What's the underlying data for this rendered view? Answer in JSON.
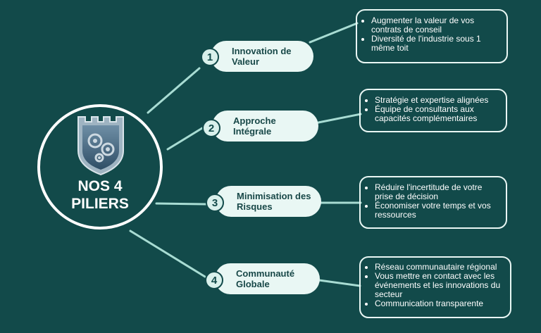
{
  "hub": {
    "title_line1": "NOS 4",
    "title_line2": "PILIERS",
    "emblem": "castle-gears-emblem"
  },
  "colors": {
    "background": "#124a4a",
    "pill": "#e9f7f4",
    "badge": "#d9f1ec",
    "pill_text": "#184848",
    "white": "#ffffff"
  },
  "pillars": [
    {
      "number": "1",
      "label": "Innovation de\nValeur",
      "items": [
        "Augmenter la valeur de vos contrats de conseil",
        "Diversité de l'industrie sous 1 même toit"
      ]
    },
    {
      "number": "2",
      "label": "Approche\nIntégrale",
      "items": [
        "Stratégie et expertise alignées",
        "Équipe de consultants aux capacités complémentaires"
      ]
    },
    {
      "number": "3",
      "label": "Minimisation des\nRisques",
      "items": [
        "Réduire l'incertitude de votre prise de décision",
        "Économiser votre temps et vos ressources"
      ]
    },
    {
      "number": "4",
      "label": "Communauté\nGlobale",
      "items": [
        "Réseau communautaire régional",
        "Vous mettre en contact avec les événements et les innovations du secteur",
        "Communication transparente"
      ]
    }
  ]
}
